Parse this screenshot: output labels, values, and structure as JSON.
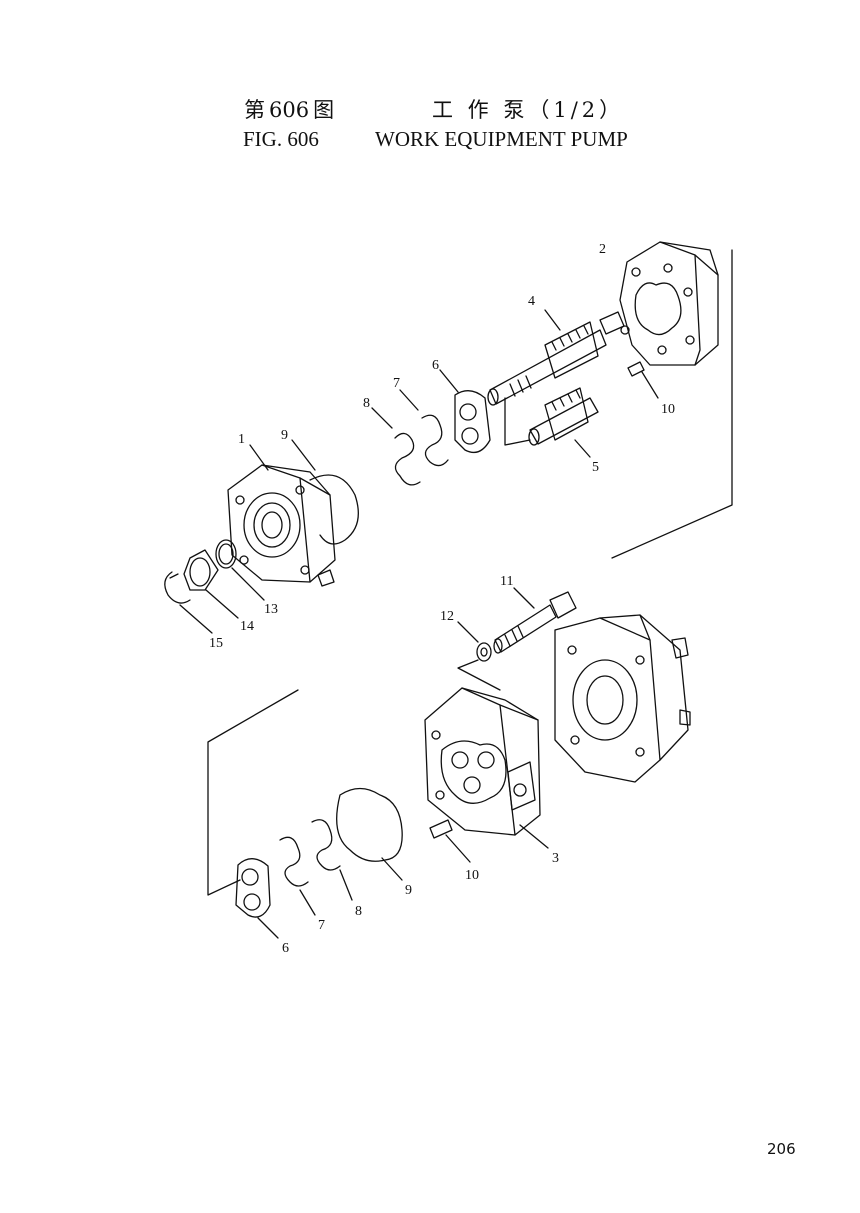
{
  "header": {
    "cn_prefix": "第",
    "cn_number": "606",
    "cn_suffix": "图",
    "cn_title": "工 作 泵（1/2）",
    "en_fig": "FIG. 606",
    "en_title": "WORK EQUIPMENT PUMP"
  },
  "callouts": {
    "c1": "1",
    "c2": "2",
    "c3": "3",
    "c4": "4",
    "c5": "5",
    "c6a": "6",
    "c6b": "6",
    "c7a": "7",
    "c7b": "7",
    "c8a": "8",
    "c8b": "8",
    "c9a": "9",
    "c9b": "9",
    "c10a": "10",
    "c10b": "10",
    "c11": "11",
    "c12": "12",
    "c13": "13",
    "c14": "14",
    "c15": "15"
  },
  "footer": {
    "page_number": "206"
  }
}
